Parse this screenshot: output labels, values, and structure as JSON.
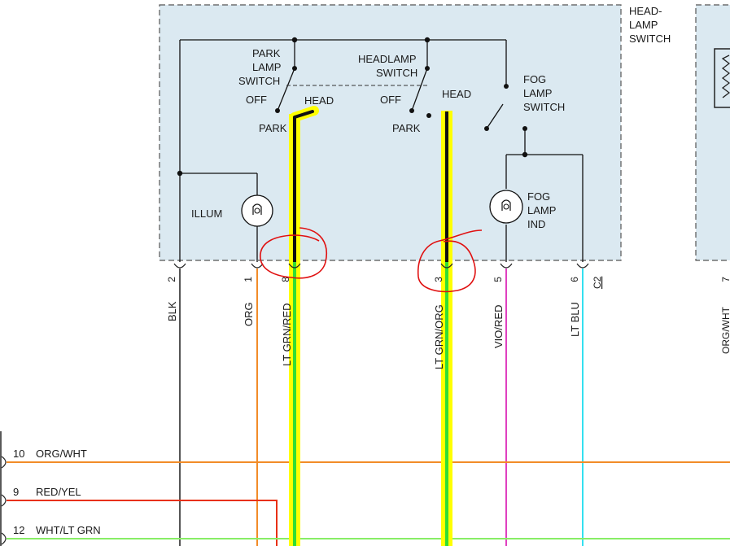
{
  "switch_box": {
    "title_line1": "HEAD-",
    "title_line2": "LAMP",
    "title_line3": "SWITCH"
  },
  "park_lamp_switch": {
    "line1": "PARK",
    "line2": "LAMP",
    "line3": "SWITCH",
    "off": "OFF",
    "head": "HEAD",
    "park": "PARK"
  },
  "headlamp_switch": {
    "line1": "HEADLAMP",
    "line2": "SWITCH",
    "off": "OFF",
    "head": "HEAD",
    "park": "PARK"
  },
  "fog_lamp_switch": {
    "line1": "FOG",
    "line2": "LAMP",
    "line3": "SWITCH"
  },
  "illum_label": "ILLUM",
  "fog_lamp_ind": {
    "line1": "FOG",
    "line2": "LAMP",
    "line3": "IND"
  },
  "connector_label": "C2",
  "pins": [
    {
      "pin": "2",
      "wire": "BLK",
      "color": "#555555"
    },
    {
      "pin": "1",
      "wire": "ORG",
      "color": "#f28c28"
    },
    {
      "pin": "8",
      "wire": "LT GRN/RED",
      "color": "#33dd33",
      "highlight": "#ffff00"
    },
    {
      "pin": "3",
      "wire": "LT GRN/ORG",
      "color": "#33dd33",
      "highlight": "#ffff00"
    },
    {
      "pin": "5",
      "wire": "VIO/RED",
      "color": "#e040c0"
    },
    {
      "pin": "6",
      "wire": "LT BLU",
      "color": "#33e0f0"
    },
    {
      "pin": "7",
      "wire": "ORG/WHT",
      "color": "#f28c28"
    }
  ],
  "bus_wires": [
    {
      "pin": "10",
      "wire": "ORG/WHT",
      "color": "#f28c28"
    },
    {
      "pin": "9",
      "wire": "RED/YEL",
      "color": "#e83010"
    },
    {
      "pin": "12",
      "wire": "WHT/LT GRN",
      "color": "#88ee66"
    }
  ],
  "colors": {
    "box_fill": "#dbe9f1",
    "box_stroke": "#555555",
    "highlight": "#ffff00",
    "wire_black": "#111111",
    "annotation": "#e01010"
  }
}
